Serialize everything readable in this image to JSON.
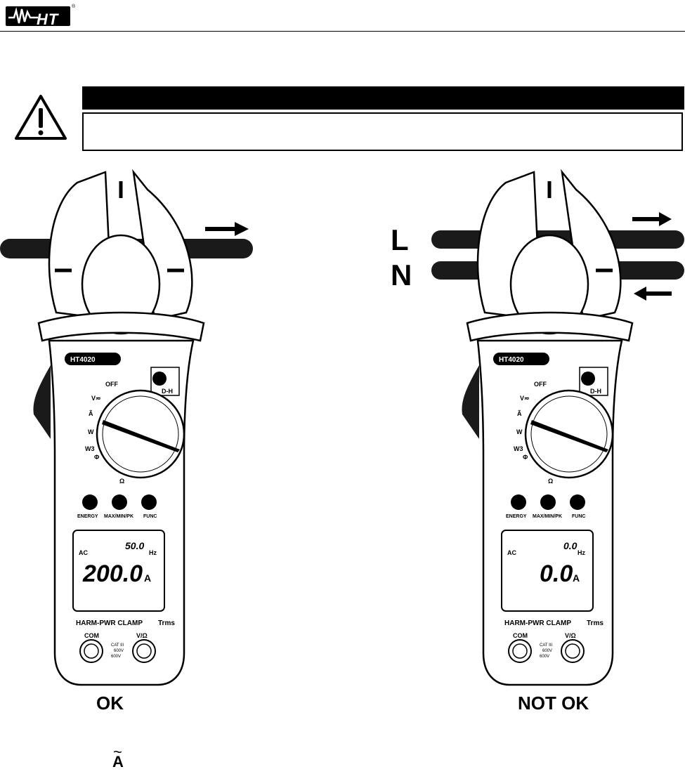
{
  "header": {
    "logo_text": "HT",
    "logo_reg": "®"
  },
  "warning": {
    "title": "",
    "body": ""
  },
  "figures": {
    "ok": {
      "caption": "OK",
      "brand": "HT4020",
      "display_main": "200.0",
      "display_freq": "50.0",
      "display_unit": "A",
      "display_freq_unit": "Hz",
      "display_mode": "AC"
    },
    "not_ok": {
      "caption": "NOT OK",
      "brand": "HT4020",
      "display_main": "0.0",
      "display_freq": "0.0",
      "display_unit": "A",
      "display_freq_unit": "Hz",
      "display_mode": "AC",
      "conductor_labels": [
        "L",
        "N"
      ]
    }
  },
  "meter_labels": {
    "off": "OFF",
    "v": "V≂",
    "a": "Ã",
    "w": "W",
    "w3": "W3",
    "phi": "Φ",
    "ohm": "Ω",
    "dh": "D-H",
    "energy": "ENERGY",
    "maxmin": "MAX/MIN/PK",
    "func": "FUNC",
    "model_line": "HARM-PWR CLAMP",
    "trms": "Trms",
    "com": "COM",
    "vohm": "V/Ω",
    "cat": "CAT III",
    "v600a": "600V",
    "v600b": "600V"
  },
  "footer": {
    "symbol_letter": "A",
    "symbol_tilde": "~"
  }
}
